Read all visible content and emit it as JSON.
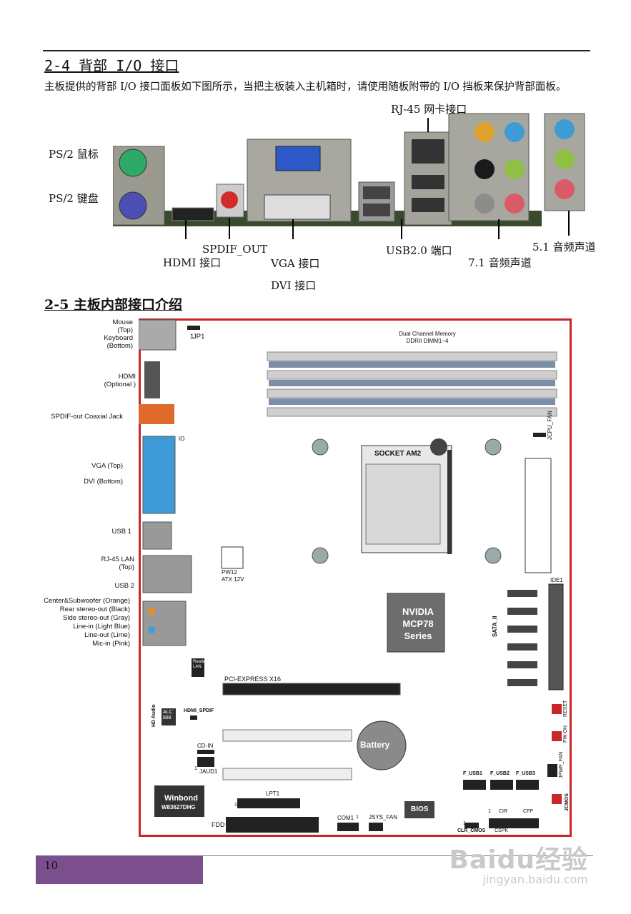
{
  "section1": {
    "heading": "2-4 背部 I/O 接口",
    "paragraph": "主板提供的背部 I/O 接口面板如下图所示，当把主板装入主机箱时，请使用随板附带的 I/O 挡板来保护背部面板。"
  },
  "io_labels": {
    "rj45": "RJ-45 网卡接口",
    "ps2_mouse": "PS/2 鼠标",
    "ps2_keyboard": "PS/2 键盘",
    "spdif_out": "SPDIF_OUT",
    "hdmi": "HDMI 接口",
    "vga": "VGA 接口",
    "dvi": "DVI  接口",
    "usb": "USB2.0 端口",
    "audio71": "7.1 音频声道",
    "audio51": "5.1 音频声道"
  },
  "section2": {
    "heading": "2-5  主板内部接口介绍"
  },
  "board": {
    "left_labels": {
      "mouse": "Mouse\n(Top)\nKeyboard\n(Bottom)",
      "hdmi": "HDMI\n(Optional )",
      "spdif": "SPDIF-out Coaxial Jack",
      "vga": "VGA (Top)",
      "dvi": "DVI (Bottom)",
      "usb1": "USB 1",
      "rj45": "RJ-45 LAN\n(Top)",
      "usb2": "USB 2",
      "audio": "Center&Subwoofer (Orange)\nRear stereo-out (Black)\nSide stereo-out (Gray)\nLine-in (Light Blue)\nLine-out (Lime)\nMic-in (Pink)"
    },
    "jp1": "JP1",
    "jp1_pin": "1",
    "memory": "Dual Channel Memory\nDDRII DIMM1~4",
    "socket": "SOCKET AM2",
    "jcpu_fan": "JCPU_FAN",
    "pw12": "PW12\nATX 12V",
    "io_small": "IO",
    "ide1": "IDE1",
    "chipset": "NVIDIA\nMCP78\nSeries",
    "sata": "SATA_II",
    "lan_chip": "Realtek\nLAN",
    "pcie": "PCI-EXPRESS X16",
    "hd_audio": "HD Audio",
    "alc": "ALC\n888",
    "hdmi_spdif": "HDMI_SPDIF",
    "cd_in": "CD-IN",
    "jaud1": "JAUD1",
    "jaud_pin": "1",
    "battery": "Battery",
    "reset": "RESET",
    "pw_on": "PW-ON",
    "jpwr_fan": "JPWR_FAN",
    "f_usb1": "F_USB1",
    "f_usb2": "F_USB2",
    "f_usb3": "F_USB3",
    "jcmos": "JCMOS",
    "winbond": "Winbond",
    "winbond_model": "W83627DHG",
    "lpt1": "LPT1",
    "lpt_pin": "1",
    "com1": "COM1",
    "com_pin": "1",
    "jsys_fan": "JSYS_FAN",
    "bios": "BIOS",
    "cir": "CIR",
    "cir_pin": "1",
    "cfp": "CFP",
    "cspk": "CSPK",
    "clr_cmos": "CLR_CMOS",
    "clr_pin": "1",
    "fdd": "FDD"
  },
  "footer": {
    "page_number": "10",
    "watermark": "Baidu经验",
    "watermark_url": "jingyan.baidu.com"
  }
}
